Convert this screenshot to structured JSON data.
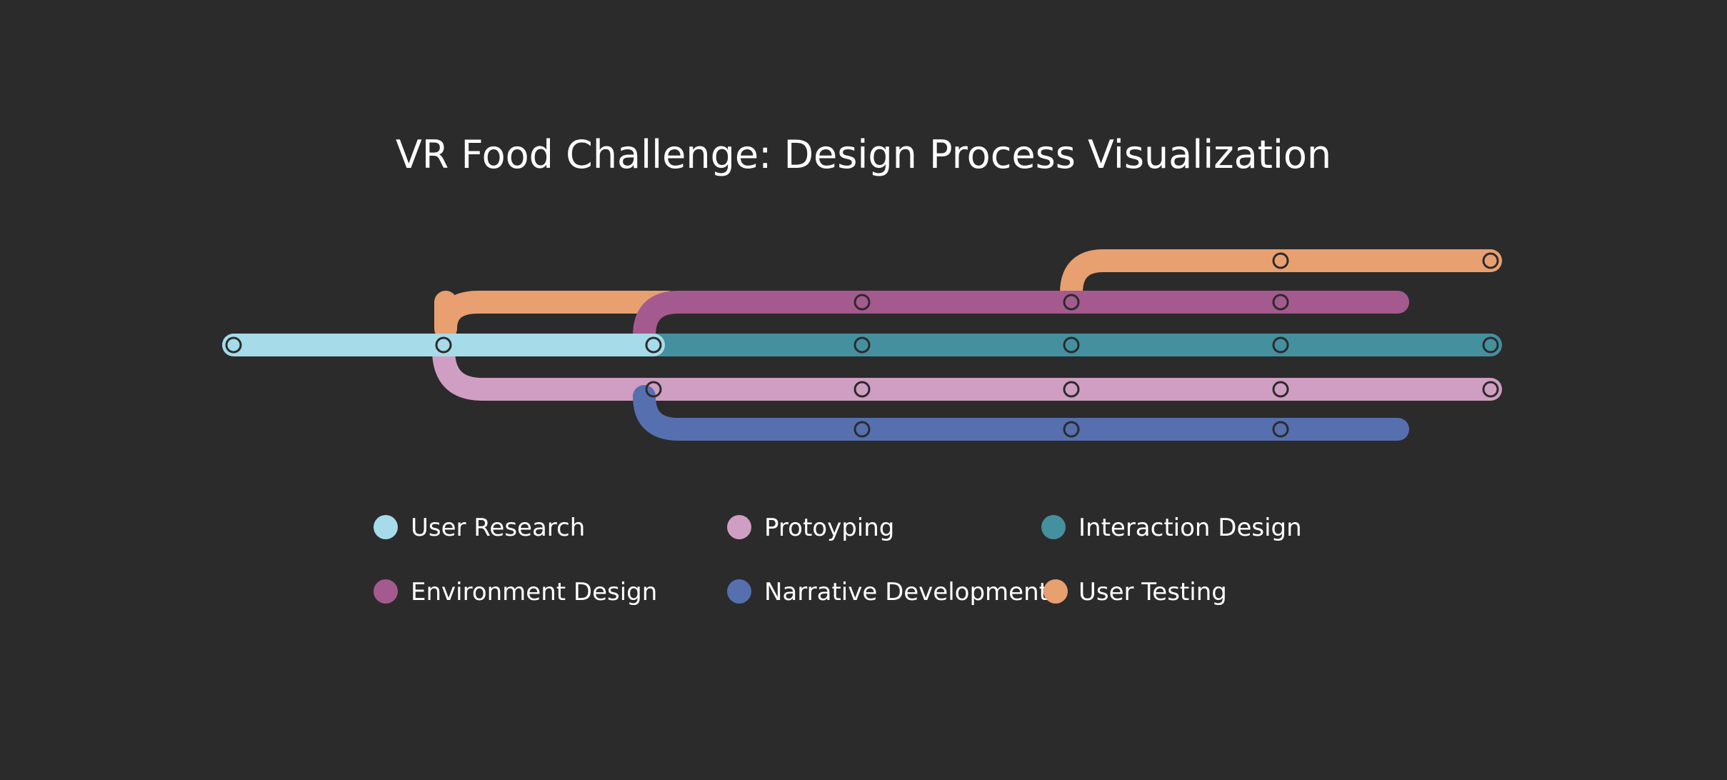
{
  "title": "VR Food Challenge: Design Process Visualization",
  "lines": [
    {
      "key": "user_testing",
      "name": "User Testing",
      "color": "#e8a070",
      "stations": 3
    },
    {
      "key": "environment_design",
      "name": "Environment Design",
      "color": "#a55a8f",
      "stations": 3
    },
    {
      "key": "interaction_design",
      "name": "Interaction Design",
      "color": "#44909f",
      "stations": 5
    },
    {
      "key": "user_research",
      "name": "User Research",
      "color": "#a6dbea",
      "stations": 3
    },
    {
      "key": "protoyping",
      "name": "Protoyping",
      "color": "#cf9ec2",
      "stations": 5
    },
    {
      "key": "narrative_development",
      "name": "Narrative Development",
      "color": "#566fae",
      "stations": 3
    }
  ],
  "legend": [
    {
      "label": "User Research",
      "color": "#a6dbea"
    },
    {
      "label": "Protoyping",
      "color": "#cf9ec2"
    },
    {
      "label": "Interaction Design",
      "color": "#44909f"
    },
    {
      "label": "Environment Design",
      "color": "#a55a8f"
    },
    {
      "label": "Narrative Development",
      "color": "#566fae"
    },
    {
      "label": "User Testing",
      "color": "#e8a070"
    }
  ]
}
